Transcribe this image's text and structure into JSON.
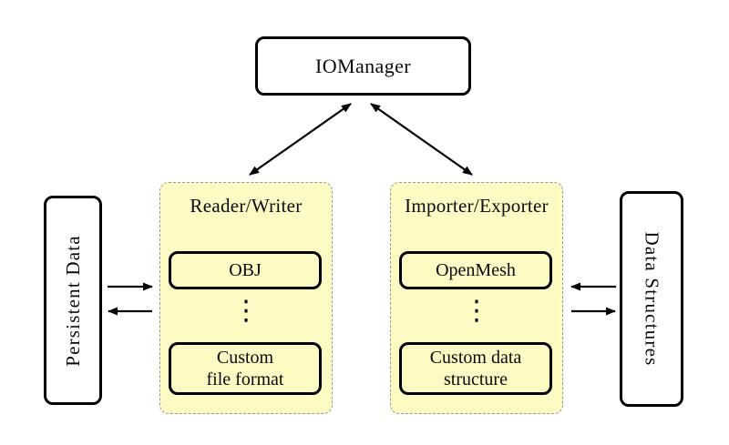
{
  "diagram": {
    "colors": {
      "background": "#FFFFFF",
      "panel_fill": "#FDFAC4",
      "panel_border": "#999999",
      "node_border": "#000000",
      "node_fill": "#FFFFFF",
      "arrow": "#000000",
      "text": "#0A0A0A"
    },
    "iomanager": {
      "label": "IOManager"
    },
    "persistent_data": {
      "label": "Persistent Data"
    },
    "data_structures": {
      "label": "Data Structures"
    },
    "reader_writer": {
      "title": "Reader/Writer",
      "top_item": "OBJ",
      "dots": "⋮",
      "bottom_item_line1": "Custom",
      "bottom_item_line2": "file format"
    },
    "importer_exporter": {
      "title": "Importer/Exporter",
      "top_item": "OpenMesh",
      "dots": "⋮",
      "bottom_item_line1": "Custom data",
      "bottom_item_line2": "structure"
    },
    "connections": [
      {
        "from": "IOManager",
        "to": "Reader/Writer",
        "type": "bidirectional"
      },
      {
        "from": "IOManager",
        "to": "Importer/Exporter",
        "type": "bidirectional"
      },
      {
        "from": "Persistent Data",
        "to": "Reader/Writer",
        "type": "arrow"
      },
      {
        "from": "Reader/Writer",
        "to": "Persistent Data",
        "type": "arrow"
      },
      {
        "from": "Data Structures",
        "to": "Importer/Exporter",
        "type": "arrow"
      },
      {
        "from": "Importer/Exporter",
        "to": "Data Structures",
        "type": "arrow"
      }
    ]
  }
}
